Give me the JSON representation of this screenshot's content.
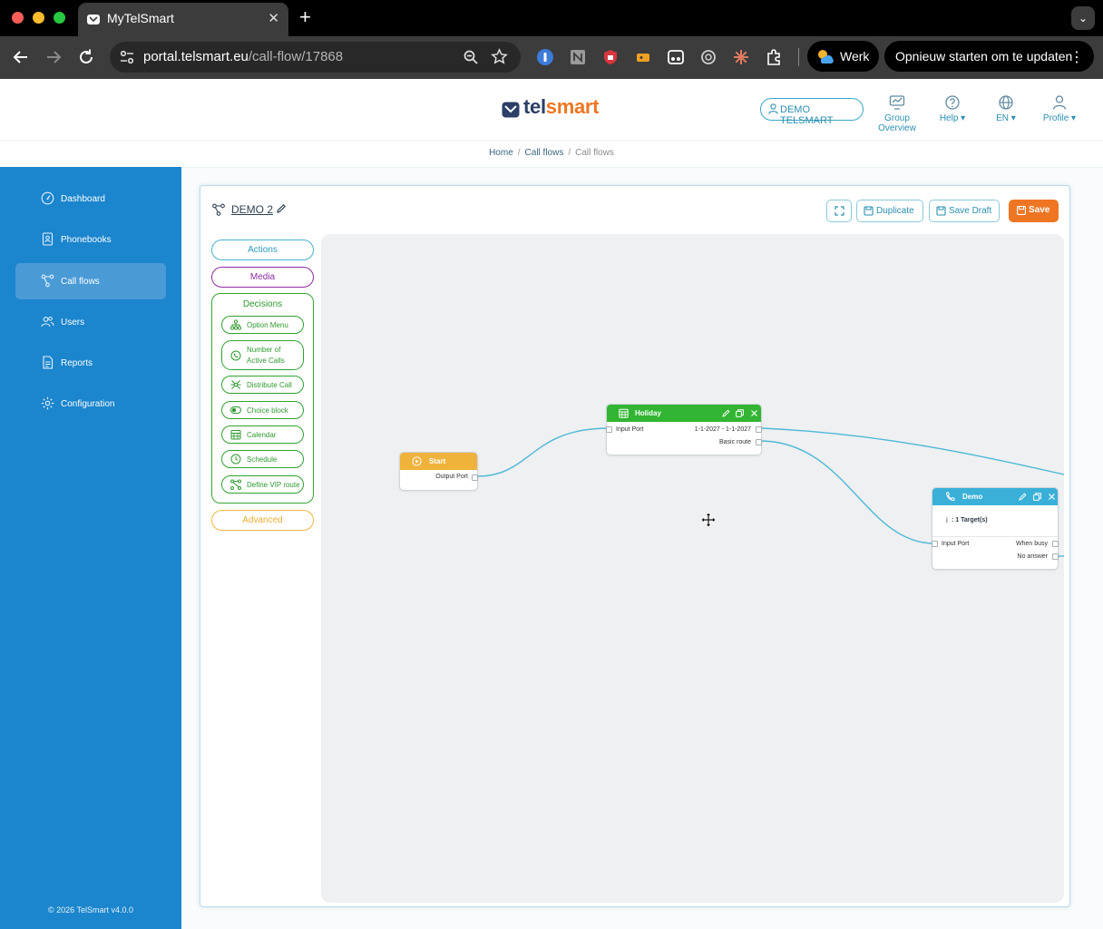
{
  "browser": {
    "tab_title": "MyTelSmart",
    "tab_close": "✕",
    "new_tab": "+",
    "url_host": "portal.telsmart.eu",
    "url_path": "/call-flow/17868",
    "profile_label": "Werk",
    "update_label": "Opnieuw starten om te updaten",
    "menu_glyph": "⋮",
    "tab_menu_glyph": "⌄"
  },
  "header": {
    "logo_tel": "tel",
    "logo_smart": "smart",
    "account_chip": "DEMO TELSMART",
    "group_overview": "Group Overview",
    "help": "Help ▾",
    "language": "EN ▾",
    "profile": "Profile ▾"
  },
  "breadcrumb": {
    "home": "Home",
    "call_flows": "Call flows",
    "current": "Call flows",
    "separator": "/"
  },
  "sidebar": {
    "items": [
      {
        "label": "Dashboard",
        "icon": "gauge-icon"
      },
      {
        "label": "Phonebooks",
        "icon": "phonebook-icon"
      },
      {
        "label": "Call flows",
        "icon": "flow-icon",
        "active": true
      },
      {
        "label": "Users",
        "icon": "users-icon"
      },
      {
        "label": "Reports",
        "icon": "report-icon"
      },
      {
        "label": "Configuration",
        "icon": "gear-icon"
      }
    ],
    "copyright": "© 2026 TelSmart  v4.0.0"
  },
  "flow": {
    "name": "DEMO 2",
    "duplicate_label": "Duplicate",
    "save_draft_label": "Save Draft",
    "save_label": "Save"
  },
  "palette": {
    "actions": "Actions",
    "media": "Media",
    "decisions_header": "Decisions",
    "decisions": [
      {
        "label": "Option Menu",
        "icon": "option-menu-icon"
      },
      {
        "label_line1": "Number of",
        "label_line2": "Active Calls",
        "icon": "active-calls-icon"
      },
      {
        "label": "Distribute Call",
        "icon": "distribute-icon"
      },
      {
        "label": "Choice block",
        "icon": "toggle-icon"
      },
      {
        "label": "Calendar",
        "icon": "calendar-icon"
      },
      {
        "label": "Schedule",
        "icon": "clock-icon"
      },
      {
        "label": "Define VIP route",
        "icon": "vip-route-icon"
      }
    ],
    "advanced": "Advanced"
  },
  "nodes": {
    "start": {
      "title": "Start",
      "output_port": "Output Port",
      "color": "#efb23b"
    },
    "holiday": {
      "title": "Holiday",
      "input_port": "Input Port",
      "range_port": "1-1-2027 - 1-1-2027",
      "basic_route": "Basic route",
      "color": "#32b532"
    },
    "demo": {
      "title": "Demo",
      "targets": ": 1 Target(s)",
      "info_glyph": "i",
      "input_port": "Input Port",
      "when_busy": "When busy",
      "no_answer": "No answer",
      "color": "#3ab0d8"
    }
  },
  "colors": {
    "sidebar": "#1b85cd",
    "accent": "#ee7623",
    "link": "#2a8fb1",
    "wire": "#4fb9d6"
  }
}
